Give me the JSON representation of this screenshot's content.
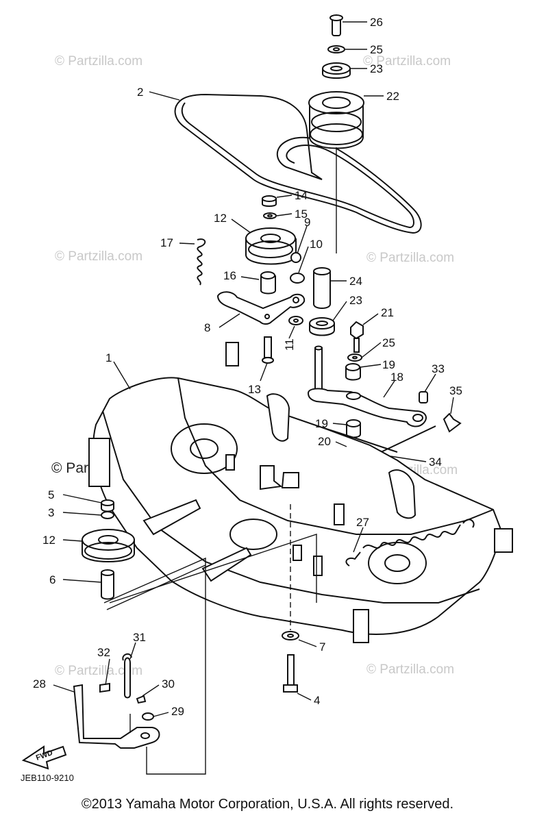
{
  "watermarks": [
    "© Partzilla.com",
    "© Partzilla.com",
    "© Partzilla.com",
    "© Partzilla.com",
    "© Partzilla.com",
    "© Partzilla.com",
    "© Partzilla.com",
    "© Partzilla.com"
  ],
  "callouts": [
    "26",
    "25",
    "23",
    "22",
    "2",
    "14",
    "15",
    "12",
    "9",
    "10",
    "17",
    "16",
    "24",
    "23",
    "21",
    "8",
    "11",
    "25",
    "19",
    "13",
    "1",
    "18",
    "33",
    "35",
    "19",
    "20",
    "34",
    "5",
    "3",
    "12",
    "27",
    "6",
    "7",
    "4",
    "31",
    "32",
    "30",
    "28",
    "29"
  ],
  "fwd_label": "FWD",
  "diagram_code": "JEB110-9210",
  "copyright": "©2013  Yamaha Motor Corporation, U.S.A. All rights reserved."
}
